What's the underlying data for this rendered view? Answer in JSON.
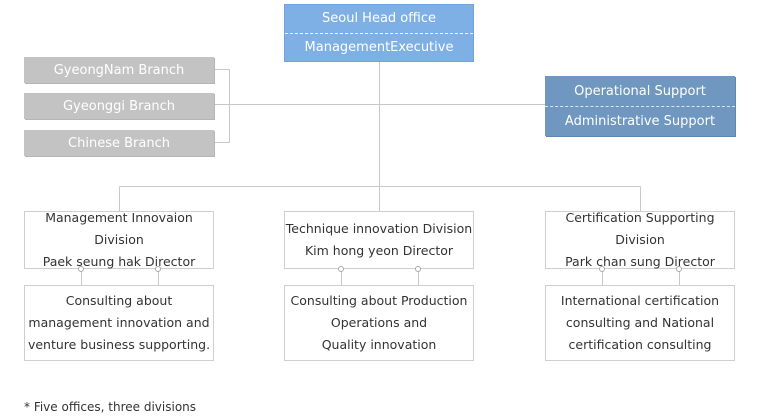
{
  "head_office": {
    "title": "Seoul Head office",
    "subtitle": "ManagementExecutive"
  },
  "branches": [
    "GyeongNam Branch",
    "Gyeonggi Branch",
    "Chinese Branch"
  ],
  "support": {
    "line1": "Operational Support",
    "line2": "Administrative Support"
  },
  "divisions": [
    {
      "name": "Management Innovaion Division",
      "director": "Paek seung hak Director",
      "desc": [
        "Consulting about",
        "management innovation and",
        "venture business supporting."
      ]
    },
    {
      "name": "Technique innovation Division",
      "director": "Kim hong yeon Director",
      "desc": [
        "Consulting about Production",
        "Operations and",
        "Quality innovation"
      ]
    },
    {
      "name": "Certification Supporting Division",
      "director": "Park chan sung Director",
      "desc": [
        "International certification",
        "consulting and National",
        "certification consulting"
      ]
    }
  ],
  "footnote": "* Five offices, three divisions",
  "colors": {
    "head": "#7eb0e6",
    "branch": "#c3c3c3",
    "support": "#6f97bf",
    "line": "#c8c8c8"
  }
}
